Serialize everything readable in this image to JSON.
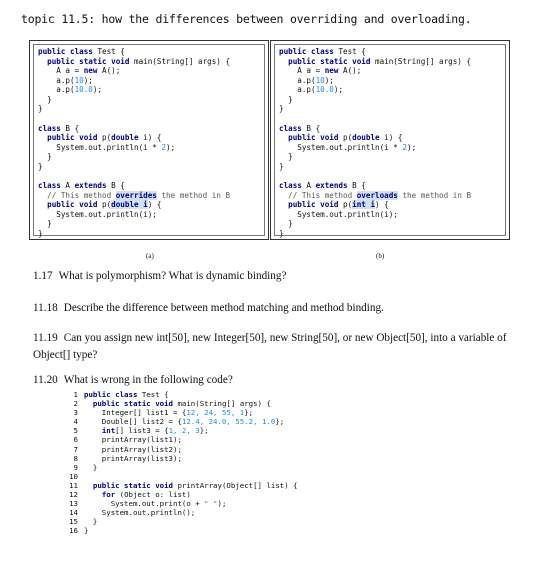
{
  "topic": "topic 11.5: how the differences between overriding and overloading.",
  "panel_a": {
    "caption": "(a)",
    "main_lines": [
      [
        {
          "t": "public class",
          "c": "kw"
        },
        {
          "t": " Test {",
          "c": ""
        }
      ],
      [
        {
          "t": "  public static void",
          "c": "kw"
        },
        {
          "t": " main(String[] args) {",
          "c": ""
        }
      ],
      [
        {
          "t": "    A a = ",
          "c": ""
        },
        {
          "t": "new",
          "c": "kw"
        },
        {
          "t": " A();",
          "c": ""
        }
      ],
      [
        {
          "t": "    a.p(",
          "c": ""
        },
        {
          "t": "10",
          "c": "num"
        },
        {
          "t": ");",
          "c": ""
        }
      ],
      [
        {
          "t": "    a.p(",
          "c": ""
        },
        {
          "t": "10.0",
          "c": "num"
        },
        {
          "t": ");",
          "c": ""
        }
      ],
      [
        {
          "t": "  }",
          "c": ""
        }
      ],
      [
        {
          "t": "}",
          "c": ""
        }
      ]
    ],
    "b_lines": [
      [
        {
          "t": "class",
          "c": "kw"
        },
        {
          "t": " B {",
          "c": ""
        }
      ],
      [
        {
          "t": "  public void",
          "c": "kw"
        },
        {
          "t": " p(",
          "c": ""
        },
        {
          "t": "double",
          "c": "kw"
        },
        {
          "t": " i) {",
          "c": ""
        }
      ],
      [
        {
          "t": "    System.out.println(i * ",
          "c": ""
        },
        {
          "t": "2",
          "c": "num"
        },
        {
          "t": ");",
          "c": ""
        }
      ],
      [
        {
          "t": "  }",
          "c": ""
        }
      ],
      [
        {
          "t": "}",
          "c": ""
        }
      ]
    ],
    "a_lines": [
      [
        {
          "t": "class",
          "c": "kw"
        },
        {
          "t": " A ",
          "c": ""
        },
        {
          "t": "extends",
          "c": "kw"
        },
        {
          "t": " B {",
          "c": ""
        }
      ],
      [
        {
          "t": "  // This method ",
          "c": "cm"
        },
        {
          "t": "overrides",
          "c": "kw hl"
        },
        {
          "t": " the method in B",
          "c": "cm"
        }
      ],
      [
        {
          "t": "  public void",
          "c": "kw"
        },
        {
          "t": " p(",
          "c": ""
        },
        {
          "t": "double i",
          "c": "kw hl"
        },
        {
          "t": ") {",
          "c": ""
        }
      ],
      [
        {
          "t": "    System.out.println(i);",
          "c": ""
        }
      ],
      [
        {
          "t": "  }",
          "c": ""
        }
      ],
      [
        {
          "t": "}",
          "c": ""
        }
      ]
    ]
  },
  "panel_b": {
    "caption": "(b)",
    "main_lines": [
      [
        {
          "t": "public class",
          "c": "kw"
        },
        {
          "t": " Test {",
          "c": ""
        }
      ],
      [
        {
          "t": "  public static void",
          "c": "kw"
        },
        {
          "t": " main(String[] args) {",
          "c": ""
        }
      ],
      [
        {
          "t": "    A a = ",
          "c": ""
        },
        {
          "t": "new",
          "c": "kw"
        },
        {
          "t": " A();",
          "c": ""
        }
      ],
      [
        {
          "t": "    a.p(",
          "c": ""
        },
        {
          "t": "10",
          "c": "num"
        },
        {
          "t": ");",
          "c": ""
        }
      ],
      [
        {
          "t": "    a.p(",
          "c": ""
        },
        {
          "t": "10.0",
          "c": "num"
        },
        {
          "t": ");",
          "c": ""
        }
      ],
      [
        {
          "t": "  }",
          "c": ""
        }
      ],
      [
        {
          "t": "}",
          "c": ""
        }
      ]
    ],
    "b_lines": [
      [
        {
          "t": "class",
          "c": "kw"
        },
        {
          "t": " B {",
          "c": ""
        }
      ],
      [
        {
          "t": "  public void",
          "c": "kw"
        },
        {
          "t": " p(",
          "c": ""
        },
        {
          "t": "double",
          "c": "kw"
        },
        {
          "t": " i) {",
          "c": ""
        }
      ],
      [
        {
          "t": "    System.out.println(i * ",
          "c": ""
        },
        {
          "t": "2",
          "c": "num"
        },
        {
          "t": ");",
          "c": ""
        }
      ],
      [
        {
          "t": "  }",
          "c": ""
        }
      ],
      [
        {
          "t": "}",
          "c": ""
        }
      ]
    ],
    "a_lines": [
      [
        {
          "t": "class",
          "c": "kw"
        },
        {
          "t": " A ",
          "c": ""
        },
        {
          "t": "extends",
          "c": "kw"
        },
        {
          "t": " B {",
          "c": ""
        }
      ],
      [
        {
          "t": "  // This method ",
          "c": "cm"
        },
        {
          "t": "overloads",
          "c": "kw hl"
        },
        {
          "t": " the method in B",
          "c": "cm"
        }
      ],
      [
        {
          "t": "  public void",
          "c": "kw"
        },
        {
          "t": " p(",
          "c": ""
        },
        {
          "t": "int i",
          "c": "kw hl"
        },
        {
          "t": ") {",
          "c": ""
        }
      ],
      [
        {
          "t": "    System.out.println(i);",
          "c": ""
        }
      ],
      [
        {
          "t": "  }",
          "c": ""
        }
      ],
      [
        {
          "t": "}",
          "c": ""
        }
      ]
    ]
  },
  "questions": {
    "q17": {
      "num": "1.17",
      "text": "What is polymorphism? What is dynamic binding?"
    },
    "q18": {
      "num": "11.18",
      "text": "Describe the difference between method matching and method binding."
    },
    "q19": {
      "num": "11.19",
      "text": "Can you assign new int[50], new Integer[50], new String[50], or new Object[50], into a variable of Object[] type?"
    },
    "q20": {
      "num": "11.20",
      "text": "What is wrong in the following code?"
    }
  },
  "listing": [
    {
      "n": "1",
      "parts": [
        {
          "t": "public class",
          "c": "kw"
        },
        {
          "t": " Test {",
          "c": ""
        }
      ]
    },
    {
      "n": "2",
      "parts": [
        {
          "t": "  public static void",
          "c": "kw"
        },
        {
          "t": " main(String[] args) {",
          "c": ""
        }
      ]
    },
    {
      "n": "3",
      "parts": [
        {
          "t": "    Integer[] list1 = {",
          "c": ""
        },
        {
          "t": "12, 24, 55, 1",
          "c": "num"
        },
        {
          "t": "};",
          "c": ""
        }
      ]
    },
    {
      "n": "4",
      "parts": [
        {
          "t": "    Double[] list2 = {",
          "c": ""
        },
        {
          "t": "12.4, 24.0, 55.2, 1.0",
          "c": "num"
        },
        {
          "t": "};",
          "c": ""
        }
      ]
    },
    {
      "n": "5",
      "parts": [
        {
          "t": "    ",
          "c": ""
        },
        {
          "t": "int",
          "c": "kw"
        },
        {
          "t": "[] list3 = {",
          "c": ""
        },
        {
          "t": "1, 2, 3",
          "c": "num"
        },
        {
          "t": "};",
          "c": ""
        }
      ]
    },
    {
      "n": "6",
      "parts": [
        {
          "t": "    printArray(list1);",
          "c": ""
        }
      ]
    },
    {
      "n": "7",
      "parts": [
        {
          "t": "    printArray(list2);",
          "c": ""
        }
      ]
    },
    {
      "n": "8",
      "parts": [
        {
          "t": "    printArray(list3);",
          "c": ""
        }
      ]
    },
    {
      "n": "9",
      "parts": [
        {
          "t": "  }",
          "c": ""
        }
      ]
    },
    {
      "n": "10",
      "parts": [
        {
          "t": "",
          "c": ""
        }
      ]
    },
    {
      "n": "11",
      "parts": [
        {
          "t": "  public static void",
          "c": "kw"
        },
        {
          "t": " printArray(Object[] list) {",
          "c": ""
        }
      ]
    },
    {
      "n": "12",
      "parts": [
        {
          "t": "    ",
          "c": ""
        },
        {
          "t": "for",
          "c": "kw"
        },
        {
          "t": " (Object o: list)",
          "c": ""
        }
      ]
    },
    {
      "n": "13",
      "parts": [
        {
          "t": "      System.out.print(o + ",
          "c": ""
        },
        {
          "t": "\" \"",
          "c": "str"
        },
        {
          "t": ");",
          "c": ""
        }
      ]
    },
    {
      "n": "14",
      "parts": [
        {
          "t": "    System.out.println();",
          "c": ""
        }
      ]
    },
    {
      "n": "15",
      "parts": [
        {
          "t": "  }",
          "c": ""
        }
      ]
    },
    {
      "n": "16",
      "parts": [
        {
          "t": "}",
          "c": ""
        }
      ]
    }
  ]
}
